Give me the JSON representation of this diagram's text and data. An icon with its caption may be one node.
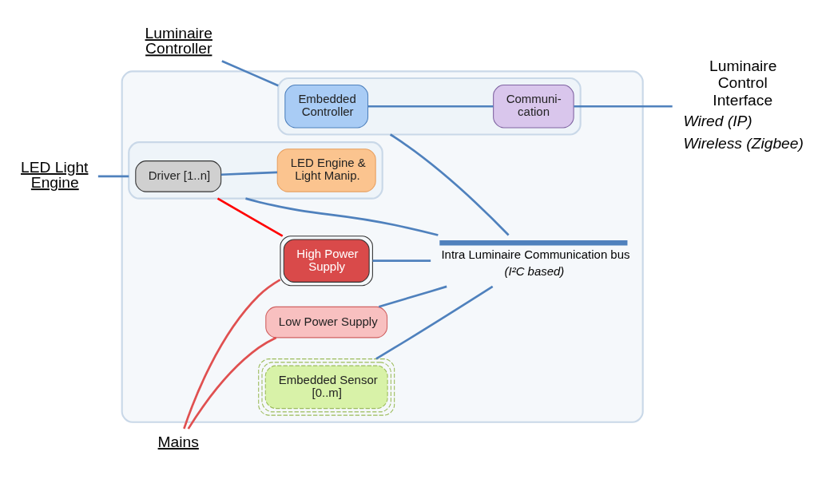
{
  "diagram": {
    "nodes": [
      {
        "text": [],
        "shape": "box"
      },
      {
        "text": [],
        "shape": "box",
        "in": 0
      },
      {
        "text": [
          "Driver [1..n]"
        ],
        "in": 1
      },
      {
        "text": [
          "LED Engine & Light Manip."
        ],
        "in": 1
      },
      {
        "text": [
          "High Power Supply"
        ],
        "in": 0
      },
      {
        "text": [
          "Low Power Supply"
        ],
        "in": 0
      },
      {
        "text": [],
        "shape": "box",
        "in": 0
      },
      {
        "text": [
          "Embedded Controller"
        ],
        "in": 6
      },
      {
        "text": [
          "Communi- cation"
        ],
        "in": 6
      },
      {
        "text": [
          "Embedded Sensor [0..m]"
        ],
        "in": 0
      },
      {
        "text": [
          "Intra Luminaire Communication bus",
          "(I²C based)"
        ],
        "in": 0
      },
      {
        "text": [
          "LED Light Engine"
        ]
      },
      {
        "text": [
          "Luminaire Controller"
        ]
      },
      {
        "text": [
          "Mains"
        ]
      },
      {
        "text": [
          "Luminaire Control Interface"
        ],
        "beside": [
          "Wired (IP)",
          "Wireless (Zigbee)"
        ]
      }
    ],
    "edges": [
      {
        "from": 11,
        "to": 1,
        "arrow": "none"
      },
      {
        "from": 12,
        "to": 6,
        "arrow": "none"
      },
      {
        "from": 2,
        "to": 3,
        "arrow": "none"
      },
      {
        "from": 7,
        "to": 8,
        "arrow": "none"
      },
      {
        "from": 1,
        "to": 10,
        "arrow": "none"
      },
      {
        "from": 6,
        "to": 10,
        "arrow": "none"
      },
      {
        "from": 4,
        "to": 10,
        "arrow": "none"
      },
      {
        "from": 5,
        "to": 10,
        "arrow": "none"
      },
      {
        "from": 9,
        "to": 10,
        "arrow": "none"
      },
      {
        "from": 1,
        "to": 4,
        "arrow": "none",
        "color": "#ff0000"
      },
      {
        "from": 13,
        "to": 4,
        "arrow": "none",
        "color": "#e05050"
      },
      {
        "from": 13,
        "to": 5,
        "arrow": "none",
        "color": "#e05050"
      },
      {
        "from": 8,
        "to": 14,
        "arrow": "none"
      }
    ]
  }
}
